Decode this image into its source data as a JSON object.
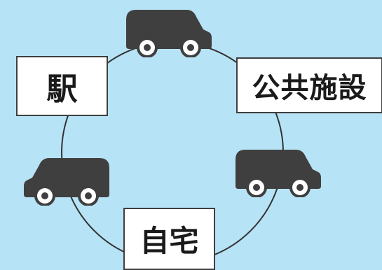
{
  "diagram": {
    "nodes": {
      "station": "駅",
      "public_facility": "公共施設",
      "home": "自宅"
    },
    "icons": [
      "car-icon",
      "car-icon",
      "car-icon"
    ],
    "colors": {
      "background": "#b7e3f6",
      "circle_stroke": "#333333",
      "car_body": "#3f3f3f",
      "label_fill": "#ffffff",
      "label_border": "#3f3f3f",
      "text": "#1a1a1a"
    }
  }
}
